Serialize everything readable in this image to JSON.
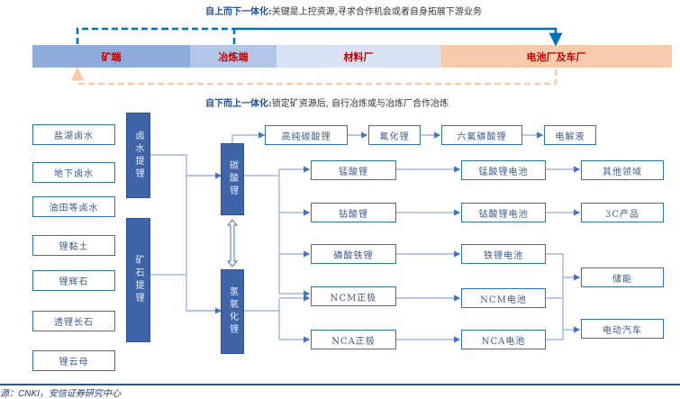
{
  "top_caption": {
    "bold": "自上而下一体化:",
    "text": "关键是上控资源,寻求合作机会或者自身拓展下游业务"
  },
  "bottom_caption": {
    "bold": "自下而上一体化:",
    "text": "锁定矿资源后, 自行冶炼或与冶炼厂合作冶炼"
  },
  "stages": [
    {
      "label": "矿端",
      "color": "#8fabdb"
    },
    {
      "label": "冶炼端",
      "color": "#b4c6e7"
    },
    {
      "label": "材料厂",
      "color": "#dae3f3"
    },
    {
      "label": "电池厂及车厂",
      "color": "#f8cbad"
    }
  ],
  "colors": {
    "top_down_arrow": "#0070c0",
    "bottom_up_arrow": "#f8cbad",
    "box_border": "#2e75b6",
    "bar_fill": "#3f65a8",
    "stage_text": "#c00000"
  },
  "sources": [
    "盐湖卤水",
    "地下卤水",
    "油田等卤水",
    "锂黏土",
    "锂辉石",
    "透锂长石",
    "锂云母"
  ],
  "extraction": [
    "卤水提锂",
    "矿石提锂"
  ],
  "intermediates": [
    "碳酸锂",
    "氢氧化锂"
  ],
  "carbonate_chain": [
    "高纯碳酸锂",
    "氟化锂",
    "六氟磷酸锂",
    "电解液"
  ],
  "cathodes": [
    "锰酸锂",
    "钴酸锂",
    "磷酸铁锂",
    "NCM正极",
    "NCA正极"
  ],
  "batteries": [
    "锰酸锂电池",
    "钴酸锂电池",
    "铁锂电池",
    "NCM电池",
    "NCA电池"
  ],
  "applications": [
    "其他领域",
    "3C产品",
    "储能",
    "电动汽车"
  ],
  "source_note": "源：CNKI，安信证券研究中心"
}
